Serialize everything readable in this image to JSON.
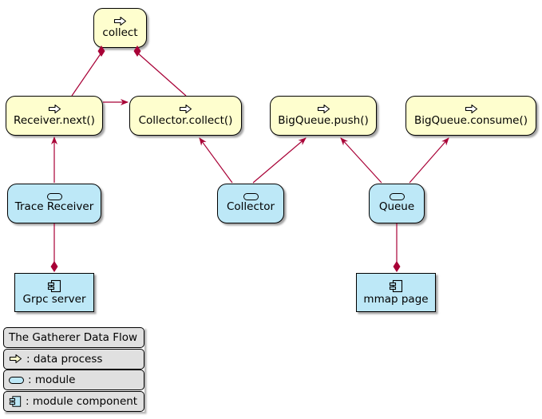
{
  "nodes": {
    "collect": {
      "label": "collect",
      "type": "data process"
    },
    "receiver_next": {
      "label": "Receiver.next()",
      "type": "data process"
    },
    "collector_collect": {
      "label": "Collector.collect()",
      "type": "data process"
    },
    "bigqueue_push": {
      "label": "BigQueue.push()",
      "type": "data process"
    },
    "bigqueue_consume": {
      "label": "BigQueue.consume()",
      "type": "data process"
    },
    "trace_receiver": {
      "label": "Trace Receiver",
      "type": "module"
    },
    "collector": {
      "label": "Collector",
      "type": "module"
    },
    "queue": {
      "label": "Queue",
      "type": "module"
    },
    "grpc_server": {
      "label": "Grpc server",
      "type": "module component"
    },
    "mmap_page": {
      "label": "mmap page",
      "type": "module component"
    }
  },
  "legend": {
    "title": "The Gatherer Data Flow",
    "items": [
      {
        "icon": "data-process-icon",
        "label": ": data process"
      },
      {
        "icon": "module-icon",
        "label": ": module"
      },
      {
        "icon": "module-component-icon",
        "label": ": module component"
      }
    ]
  },
  "colors": {
    "process_fill": "#FEFECE",
    "module_fill": "#BDE8F7",
    "edge": "#A80036",
    "node_border": "#000000",
    "legend_bg": "#E0E0E0"
  }
}
